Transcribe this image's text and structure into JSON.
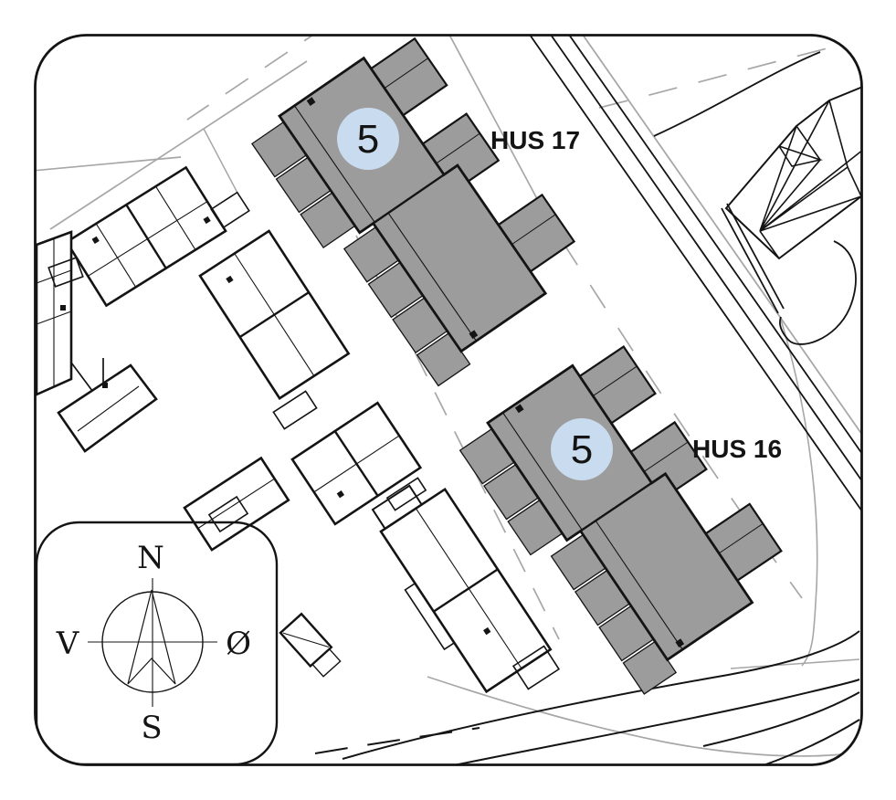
{
  "site_plan": {
    "buildings": [
      {
        "id": "hus17",
        "label": "HUS 17",
        "available_units": "5"
      },
      {
        "id": "hus16",
        "label": "HUS 16",
        "available_units": "5"
      }
    ],
    "compass": {
      "north": "N",
      "south": "S",
      "west": "V",
      "east": "Ø"
    },
    "colors": {
      "building": "#9c9c9c",
      "badge": "#c9dbee",
      "ink": "#141414",
      "parcel": "#a7a7a7",
      "paper": "#ffffff"
    }
  }
}
